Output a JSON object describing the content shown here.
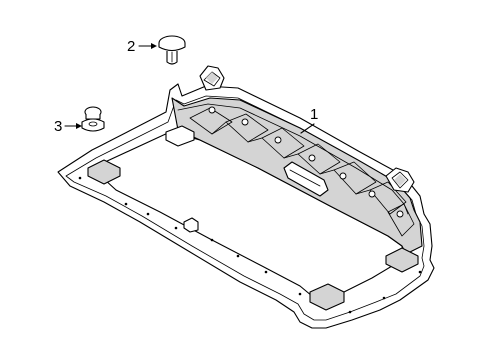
{
  "callouts": [
    {
      "id": "1",
      "text": "1"
    },
    {
      "id": "2",
      "text": "2"
    },
    {
      "id": "3",
      "text": "3"
    }
  ],
  "parts": {
    "part_1": "shield-panel",
    "part_2": "push-pin-retainer",
    "part_3": "grommet-clip"
  }
}
